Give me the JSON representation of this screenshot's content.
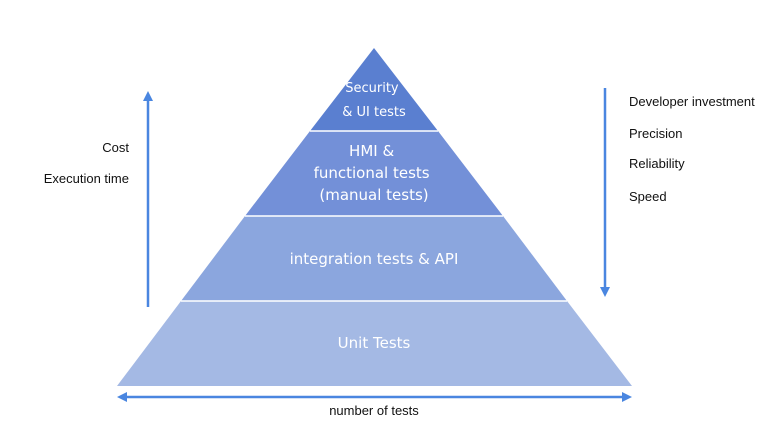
{
  "colors": {
    "arrow": "#4a86e0",
    "tier_top": "#5a7fd0",
    "tier_2": "#7390d8",
    "tier_3": "#8ba6de",
    "tier_base": "#a4b9e4"
  },
  "pyramid": {
    "tiers": [
      {
        "lines": [
          "Security",
          "& UI tests"
        ]
      },
      {
        "lines": [
          "HMI &",
          "functional tests",
          "(manual tests)"
        ]
      },
      {
        "lines": [
          "integration tests & API"
        ]
      },
      {
        "lines": [
          "Unit Tests"
        ]
      }
    ]
  },
  "left_labels": [
    "Cost",
    "Execution time"
  ],
  "right_labels": [
    "Developer investment",
    "Precision",
    "Reliability",
    "Speed"
  ],
  "bottom_label": "number of tests"
}
